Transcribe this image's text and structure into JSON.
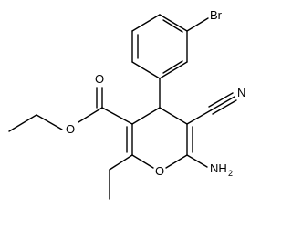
{
  "molecule": {
    "atom_labels": {
      "br": "Br",
      "n_nitrile": "N",
      "o_ester_carbonyl": "O",
      "o_ester_ether": "O",
      "o_ring": "O",
      "nh2_main": "NH",
      "nh2_sub": "2"
    },
    "colors": {
      "ink": "#000000",
      "background": "#ffffff"
    }
  }
}
